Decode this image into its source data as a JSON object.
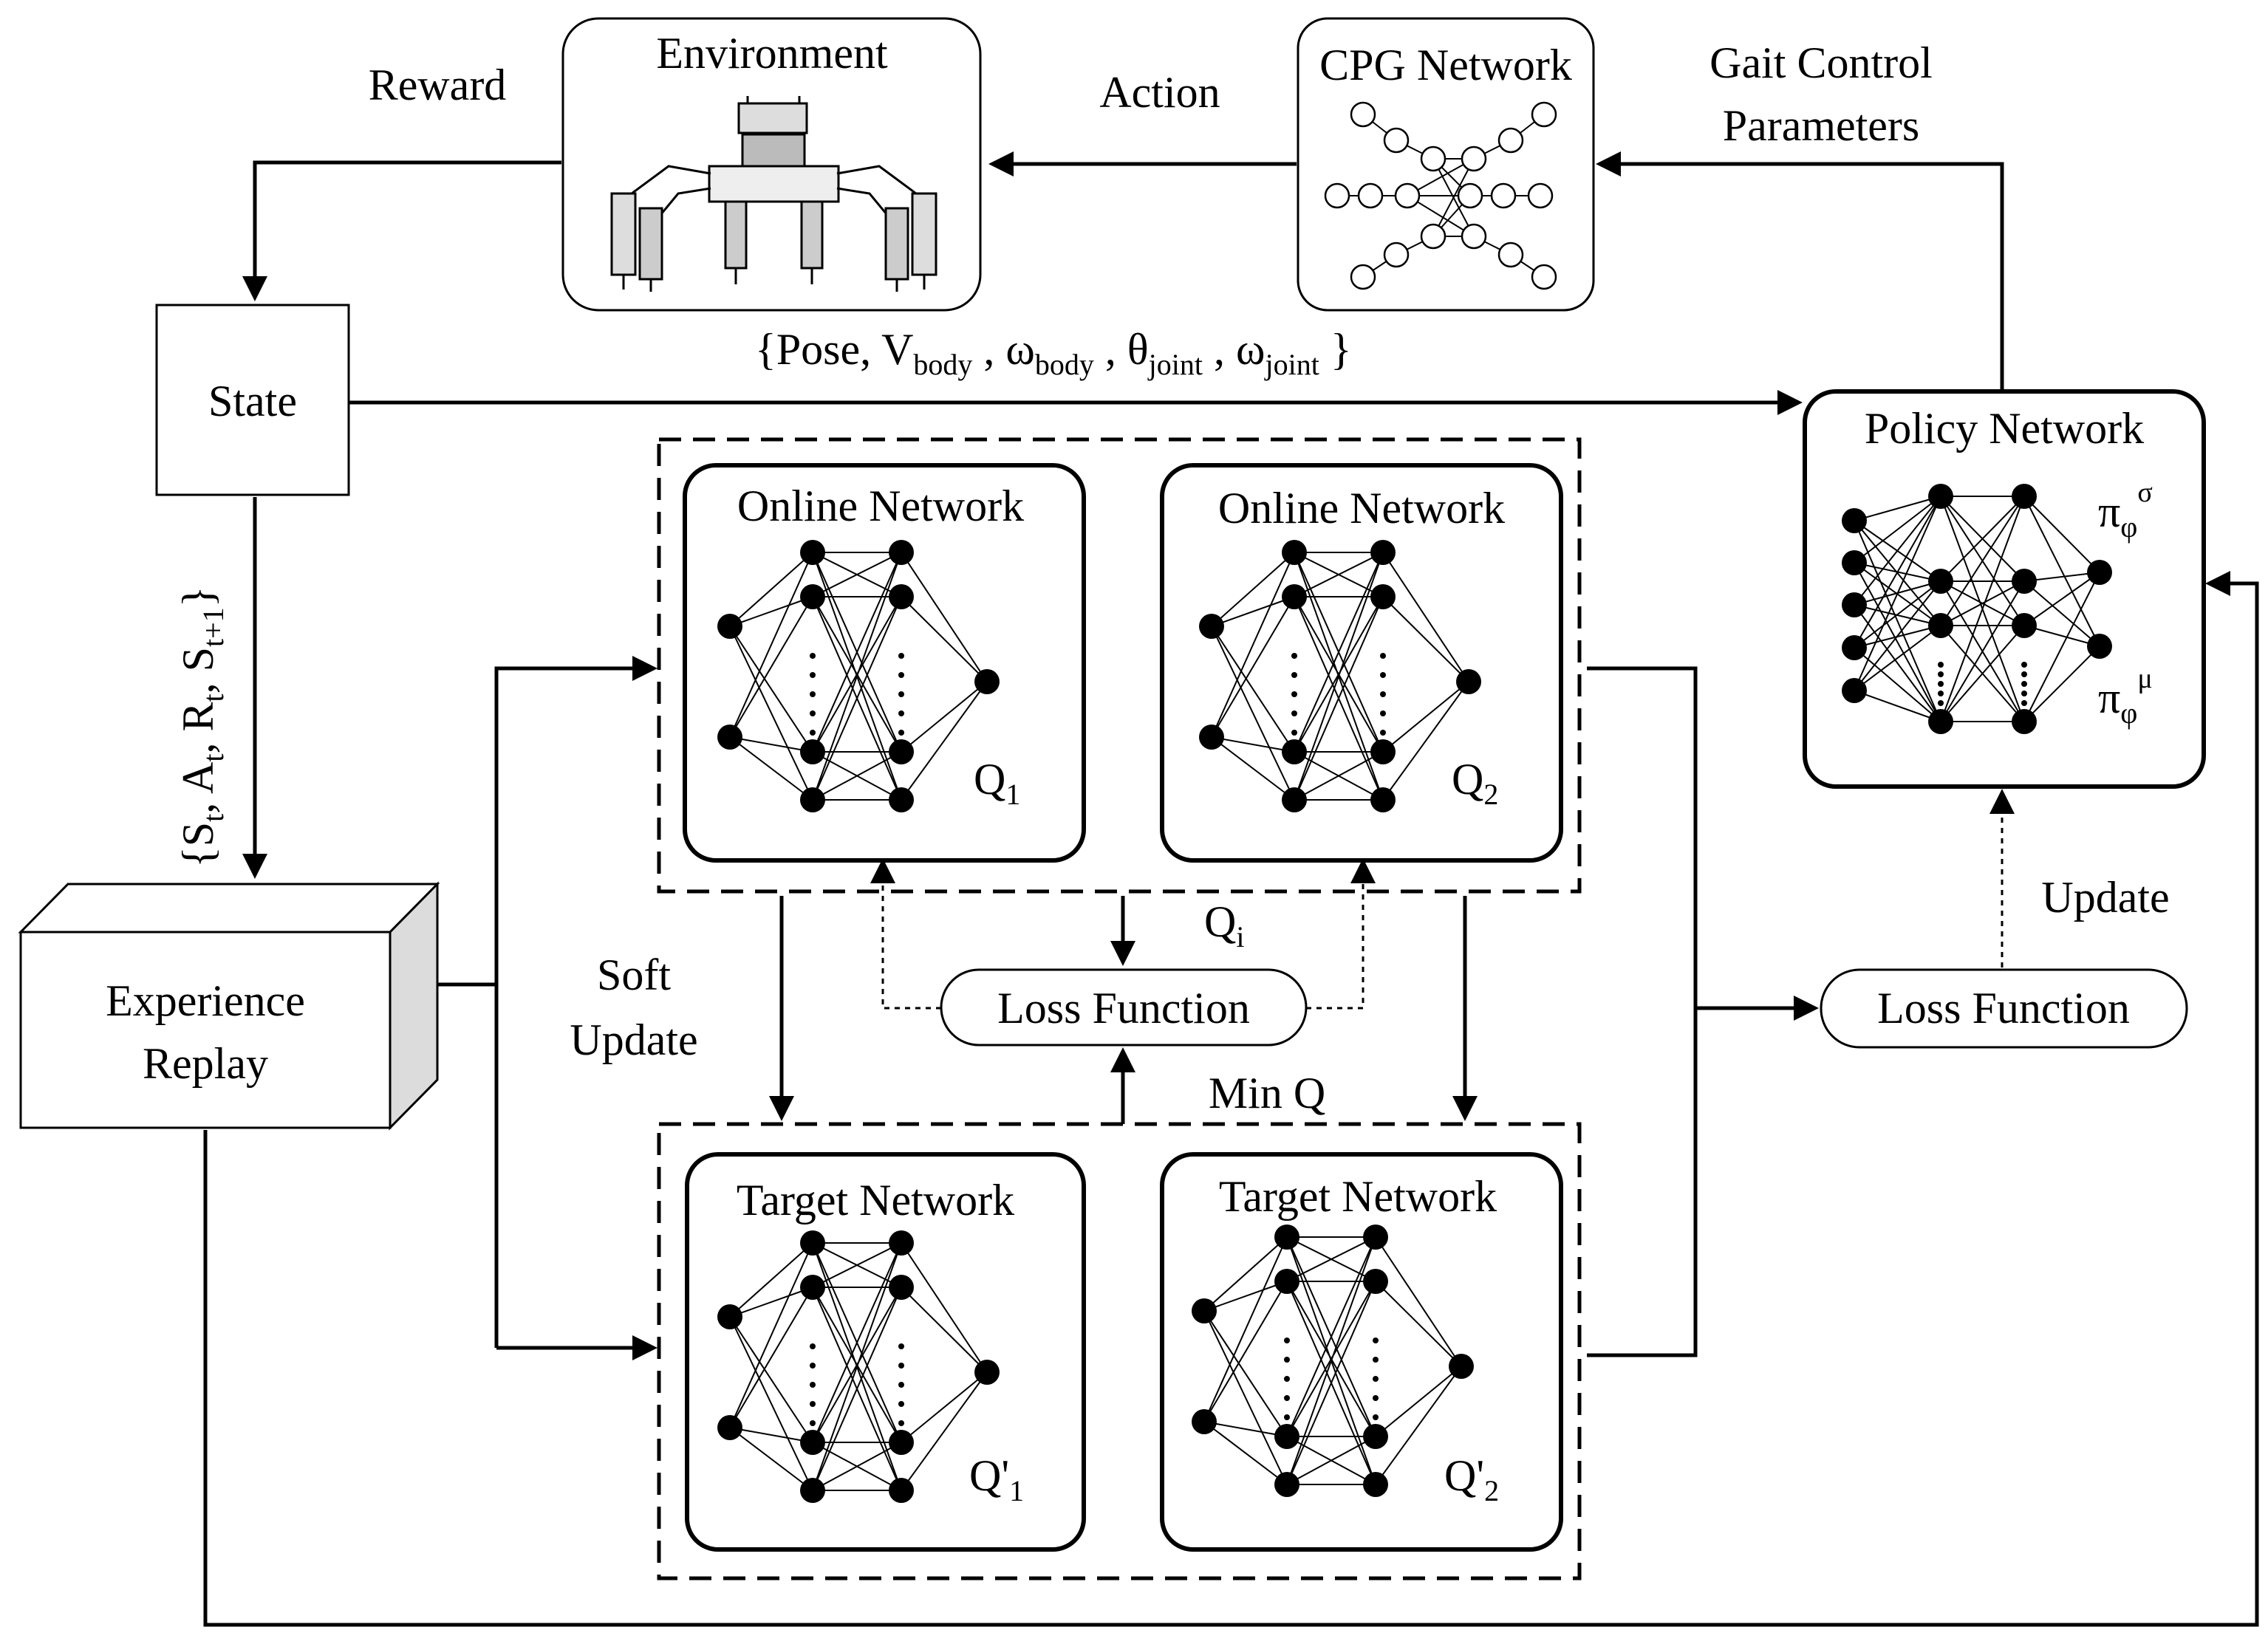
{
  "environment": {
    "title": "Environment",
    "robot_icon": "hexapod-robot-icon"
  },
  "cpg": {
    "title": "CPG Network"
  },
  "policy": {
    "title": "Policy Network",
    "out_sigma": "π",
    "out_sigma_sub": "φ",
    "out_sigma_sup": "σ",
    "out_mu": "π",
    "out_mu_sub": "φ",
    "out_mu_sup": "μ"
  },
  "state": {
    "label": "State",
    "tuple": {
      "open": "{",
      "pose": "Pose, V",
      "vbody": "body",
      "sep1": " , ω",
      "wbody": "body",
      "sep2": " , θ",
      "tjoint": "joint",
      "sep3": " , ω",
      "wjoint": "joint",
      "close": " }"
    }
  },
  "transition": {
    "a": "{S",
    "t1": "t",
    "b": ", A",
    "t2": "t",
    "c": ", R",
    "t3": "t",
    "d": ", S",
    "t4": "t+1",
    "e": "}"
  },
  "labels": {
    "reward": "Reward",
    "action": "Action",
    "gait_line1": "Gait Control",
    "gait_line2": "Parameters",
    "soft_line1": "Soft",
    "soft_line2": "Update",
    "update": "Update",
    "qi": "Q",
    "qi_sub": "i",
    "minq": "Min Q"
  },
  "replay": {
    "line1": "Experience",
    "line2": "Replay"
  },
  "loss1": "Loss Function",
  "loss2": "Loss Function",
  "online1": {
    "title": "Online Network",
    "q": "Q",
    "q_sub": "1"
  },
  "online2": {
    "title": "Online Network",
    "q": "Q",
    "q_sub": "2"
  },
  "target1": {
    "title": "Target Network",
    "q": "Q'",
    "q_sub": "1"
  },
  "target2": {
    "title": "Target Network",
    "q": "Q'",
    "q_sub": "2"
  }
}
